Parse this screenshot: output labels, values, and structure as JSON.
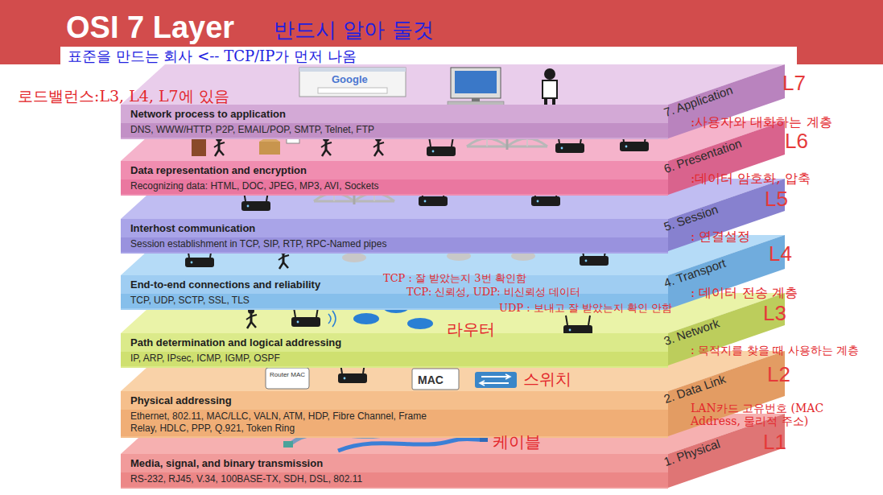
{
  "diagram": {
    "title": "OSI 7 Layer",
    "nodes": [
      {
        "text": [
          "Network process to application",
          "DNS, WWW/HTTP, P2P, EMAIL/POP, SMTP, Telnet, FTP",
          "7. Application"
        ]
      },
      {
        "text": [
          "Data representation and encryption",
          "Recognizing data: HTML, DOC, JPEG, MP3, AVI, Sockets",
          "6. Presentation"
        ]
      },
      {
        "text": [
          "Interhost communication",
          "Session establishment in TCP, SIP, RTP, RPC-Named pipes",
          "5. Session"
        ]
      },
      {
        "text": [
          "End-to-end connections and reliability",
          "TCP, UDP, SCTP, SSL, TLS",
          "4. Transport"
        ]
      },
      {
        "text": [
          "Path determination and logical addressing",
          "IP, ARP, IPsec, ICMP, IGMP, OSPF",
          "3. Network"
        ]
      },
      {
        "text": [
          "Physical addressing",
          "Ethernet, 802.11, MAC/LLC, VALN, ATM, HDP, Fibre Channel, Frame Relay, HDLC, PPP, Q.921, Token Ring",
          "2. Data Link"
        ]
      },
      {
        "text": [
          "Media, signal, and binary transmission",
          "RS-232, RJ45, V.34, 100BASE-TX, SDH, DSL, 802.11",
          "1. Physical"
        ]
      }
    ],
    "labels": [
      "반드시 알아 둘것",
      "표준을 만드는 회사 <-- TCP/IP가 먼저 나옴",
      "로드밸런스:L3, L4, L7에 있음",
      "Google",
      "L7",
      ":사용자와 대화하는 계층",
      "L6",
      ":데이터 암호화, 압축",
      "L5",
      ": 연결설정",
      "L4",
      "TCP : 잘 받았는지 3번 확인함",
      "TCP: 신뢰성, UDP: 비신뢰성 데이터",
      "UDP : 보내고 잘 받았는지 확인 안함",
      ": 데이터 전송 계층",
      "L3",
      "라우터",
      ": 목적지를 찾을 때 사용하는 계층",
      "L2",
      "Router MAC",
      "MAC",
      "스위치",
      "LAN카드 고유번호 (MAC Address, 물리적 주소)",
      "L1",
      "케이블"
    ]
  }
}
